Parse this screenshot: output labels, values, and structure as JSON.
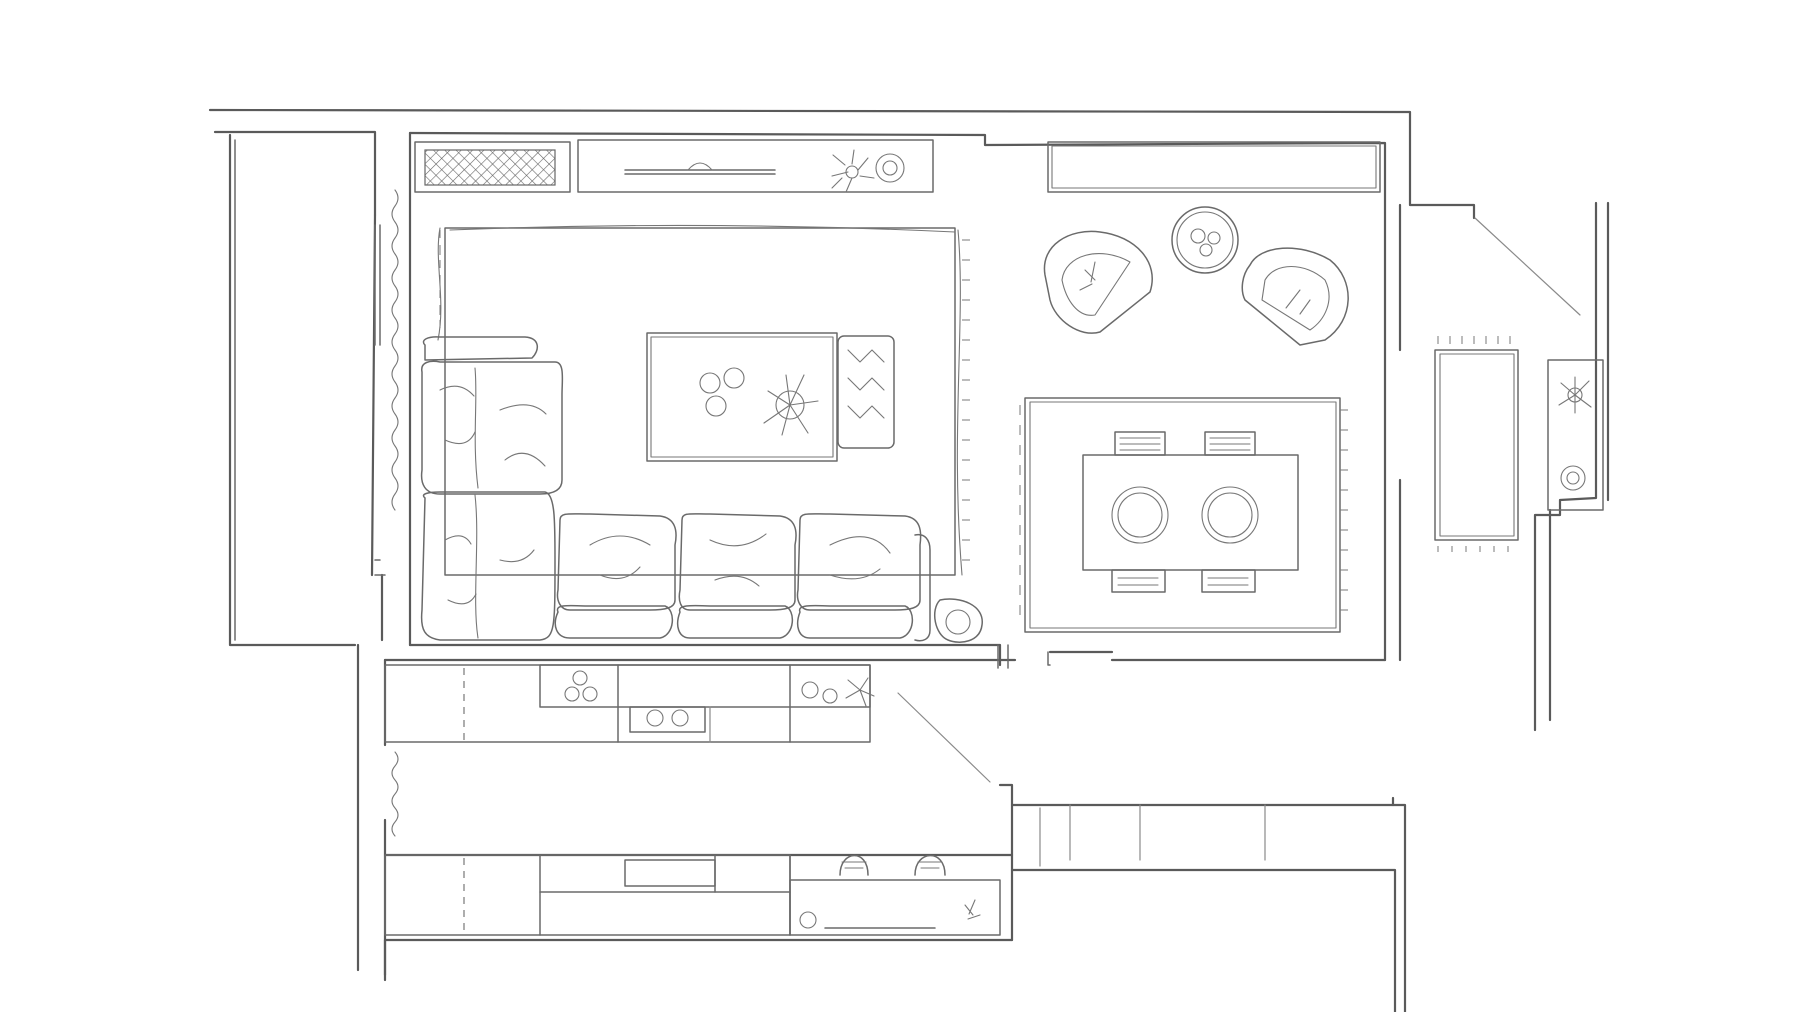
{
  "plan": {
    "rooms": [
      "living-room",
      "dining-area",
      "entry",
      "kitchen"
    ],
    "stroke_color": "#5a5a5a",
    "paper_color": "#ffffff",
    "icons": [
      "sofa-icon",
      "armchair-icon",
      "table-icon",
      "plant-icon",
      "rug-icon",
      "curtain-icon",
      "bowl-icon",
      "stove-icon",
      "sink-icon"
    ]
  }
}
